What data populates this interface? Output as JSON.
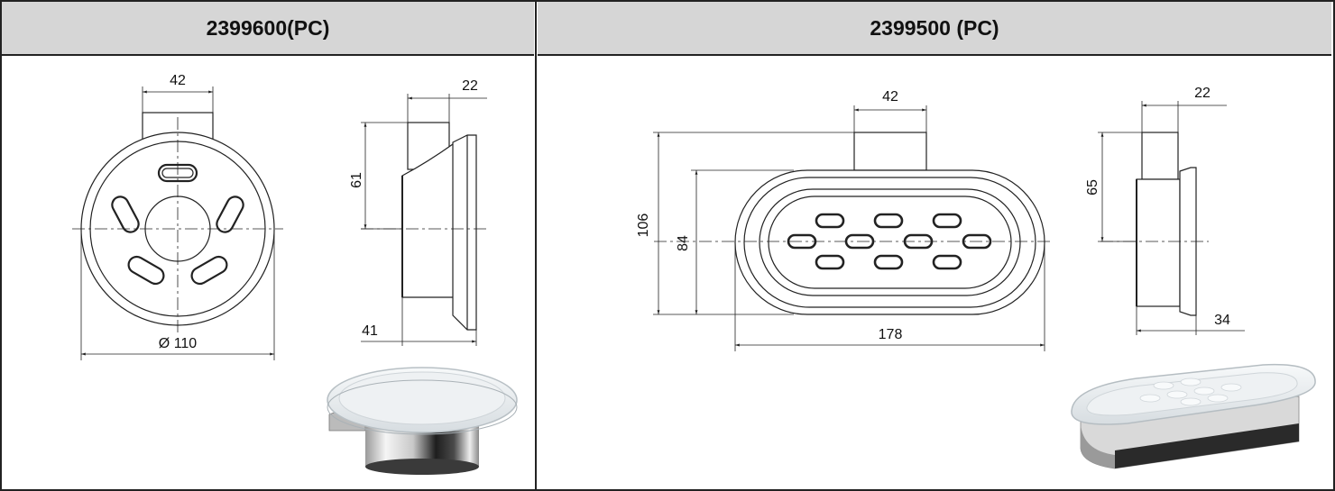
{
  "products": [
    {
      "code": "2399600(PC)",
      "dims": {
        "mount_width": "42",
        "depth_top": "22",
        "height": "61",
        "projection": "41",
        "diameter": "Ø 110"
      }
    },
    {
      "code": "2399500 (PC)",
      "dims": {
        "mount_width": "42",
        "depth_top": "22",
        "outer_height": "106",
        "inner_height": "84",
        "height": "65",
        "width": "178",
        "projection": "34"
      }
    }
  ],
  "colors": {
    "header_bg": "#d6d6d6",
    "line": "#222222",
    "chrome_dark": "#2a2a2a",
    "chrome_light": "#f2f2f2",
    "frosted": "#e8ecef"
  }
}
